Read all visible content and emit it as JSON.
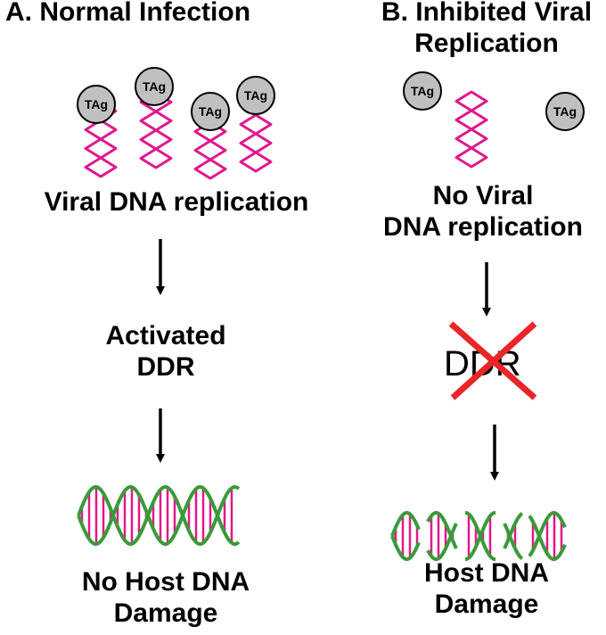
{
  "panel_a": {
    "title": "A. Normal Infection",
    "step1": "Viral DNA replication",
    "step2_line1": "Activated",
    "step2_line2": "DDR",
    "step3_line1": "No Host DNA",
    "step3_line2": "Damage",
    "tag_label": "TAg"
  },
  "panel_b": {
    "title_line1": "B. Inhibited Viral",
    "title_line2": "Replication",
    "step1_line1": "No Viral",
    "step1_line2": "DNA replication",
    "step2": "DDR",
    "step3_line1": "Host DNA",
    "step3_line2": "Damage",
    "tag_label": "TAg"
  },
  "colors": {
    "viral_dna": "#e0188c",
    "host_backbone": "#3a9a3a",
    "host_rungs": "#e0188c",
    "tag_fill": "#c0c0c0",
    "cross": "#e8262a",
    "arrow": "#000000"
  },
  "icons": [
    "viral-dna-helix-icon",
    "tag-protein-icon",
    "host-dna-double-helix-icon",
    "down-arrow-icon",
    "red-x-cross-icon"
  ]
}
